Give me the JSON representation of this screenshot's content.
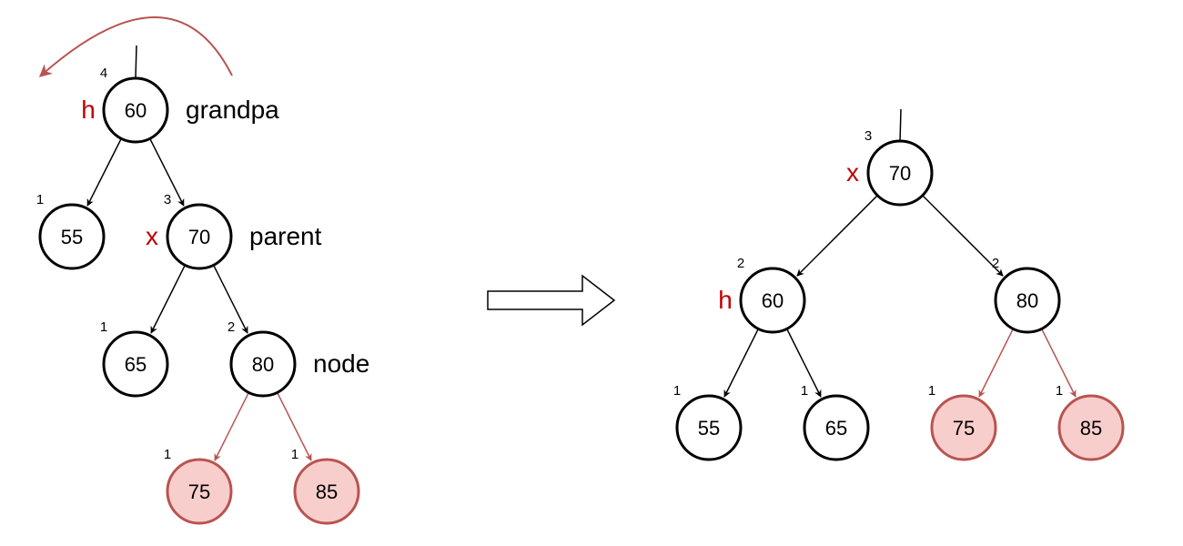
{
  "colors": {
    "black": "#000000",
    "red_edge": "#b85450",
    "red_fill": "#f8cecc",
    "var_label": "#c00000"
  },
  "before_tree": {
    "nodes": [
      {
        "id": "n60",
        "value": "60",
        "height": "4",
        "var": "h",
        "role": "grandpa",
        "highlight": false
      },
      {
        "id": "n55",
        "value": "55",
        "height": "1",
        "var": "",
        "role": "",
        "highlight": false
      },
      {
        "id": "n70",
        "value": "70",
        "height": "3",
        "var": "x",
        "role": "parent",
        "highlight": false
      },
      {
        "id": "n65",
        "value": "65",
        "height": "1",
        "var": "",
        "role": "",
        "highlight": false
      },
      {
        "id": "n80",
        "value": "80",
        "height": "2",
        "var": "",
        "role": "node",
        "highlight": false
      },
      {
        "id": "n75",
        "value": "75",
        "height": "1",
        "var": "",
        "role": "",
        "highlight": true
      },
      {
        "id": "n85",
        "value": "85",
        "height": "1",
        "var": "",
        "role": "",
        "highlight": true
      }
    ],
    "edges": [
      {
        "from": "n60",
        "to": "n55",
        "highlight": false
      },
      {
        "from": "n60",
        "to": "n70",
        "highlight": false
      },
      {
        "from": "n70",
        "to": "n65",
        "highlight": false
      },
      {
        "from": "n70",
        "to": "n80",
        "highlight": false
      },
      {
        "from": "n80",
        "to": "n75",
        "highlight": true
      },
      {
        "from": "n80",
        "to": "n85",
        "highlight": true
      }
    ],
    "rotation": "counter-clockwise"
  },
  "after_tree": {
    "nodes": [
      {
        "id": "m70",
        "value": "70",
        "height": "3",
        "var": "x",
        "role": "",
        "highlight": false
      },
      {
        "id": "m60",
        "value": "60",
        "height": "2",
        "var": "h",
        "role": "",
        "highlight": false
      },
      {
        "id": "m80",
        "value": "80",
        "height": "2",
        "var": "",
        "role": "",
        "highlight": false
      },
      {
        "id": "m55",
        "value": "55",
        "height": "1",
        "var": "",
        "role": "",
        "highlight": false
      },
      {
        "id": "m65",
        "value": "65",
        "height": "1",
        "var": "",
        "role": "",
        "highlight": false
      },
      {
        "id": "m75",
        "value": "75",
        "height": "1",
        "var": "",
        "role": "",
        "highlight": true
      },
      {
        "id": "m85",
        "value": "85",
        "height": "1",
        "var": "",
        "role": "",
        "highlight": true
      }
    ],
    "edges": [
      {
        "from": "m70",
        "to": "m60",
        "highlight": false
      },
      {
        "from": "m70",
        "to": "m80",
        "highlight": false
      },
      {
        "from": "m60",
        "to": "m55",
        "highlight": false
      },
      {
        "from": "m60",
        "to": "m65",
        "highlight": false
      },
      {
        "from": "m80",
        "to": "m75",
        "highlight": true
      },
      {
        "from": "m80",
        "to": "m85",
        "highlight": true
      }
    ]
  },
  "transition": "right-arrow"
}
